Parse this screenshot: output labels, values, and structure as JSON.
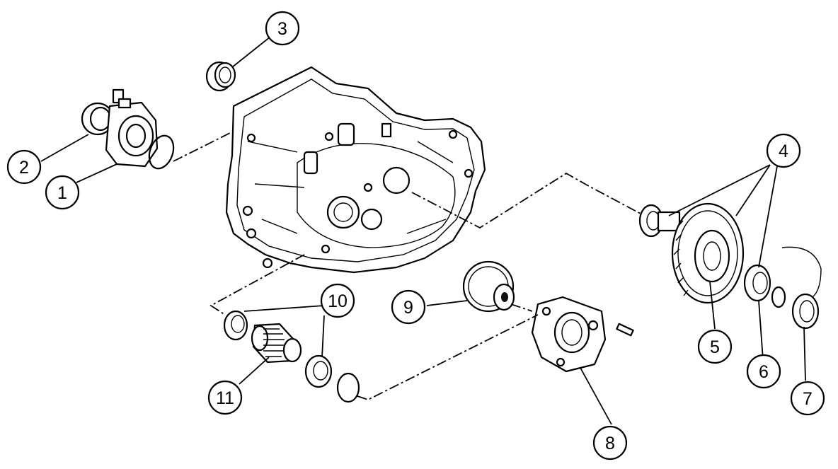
{
  "diagram": {
    "callouts": [
      {
        "id": "c1",
        "label": "1"
      },
      {
        "id": "c2",
        "label": "2"
      },
      {
        "id": "c3",
        "label": "3"
      },
      {
        "id": "c4",
        "label": "4"
      },
      {
        "id": "c5",
        "label": "5"
      },
      {
        "id": "c6",
        "label": "6"
      },
      {
        "id": "c7",
        "label": "7"
      },
      {
        "id": "c8",
        "label": "8"
      },
      {
        "id": "c9",
        "label": "9"
      },
      {
        "id": "c10",
        "label": "10"
      },
      {
        "id": "c11",
        "label": "11"
      }
    ],
    "colors": {
      "ink": "#000000",
      "background": "#ffffff"
    }
  }
}
